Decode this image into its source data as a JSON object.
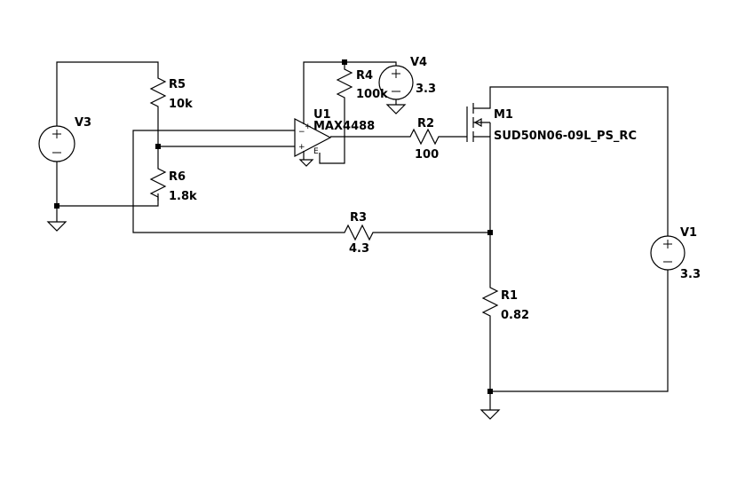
{
  "components": {
    "V3": {
      "name": "V3"
    },
    "V4": {
      "name": "V4",
      "value": "3.3"
    },
    "V1": {
      "name": "V1",
      "value": "3.3"
    },
    "R5": {
      "name": "R5",
      "value": "10k"
    },
    "R6": {
      "name": "R6",
      "value": "1.8k"
    },
    "R4": {
      "name": "R4",
      "value": "100k"
    },
    "R2": {
      "name": "R2",
      "value": "100"
    },
    "R3": {
      "name": "R3",
      "value": "4.3"
    },
    "R1": {
      "name": "R1",
      "value": "0.82"
    },
    "U1": {
      "name": "U1",
      "part": "MAX4488"
    },
    "M1": {
      "name": "M1",
      "part": "SUD50N06-09L_PS_RC"
    }
  },
  "symbols": {
    "plus": "+",
    "minus": "−",
    "enable": "E"
  }
}
